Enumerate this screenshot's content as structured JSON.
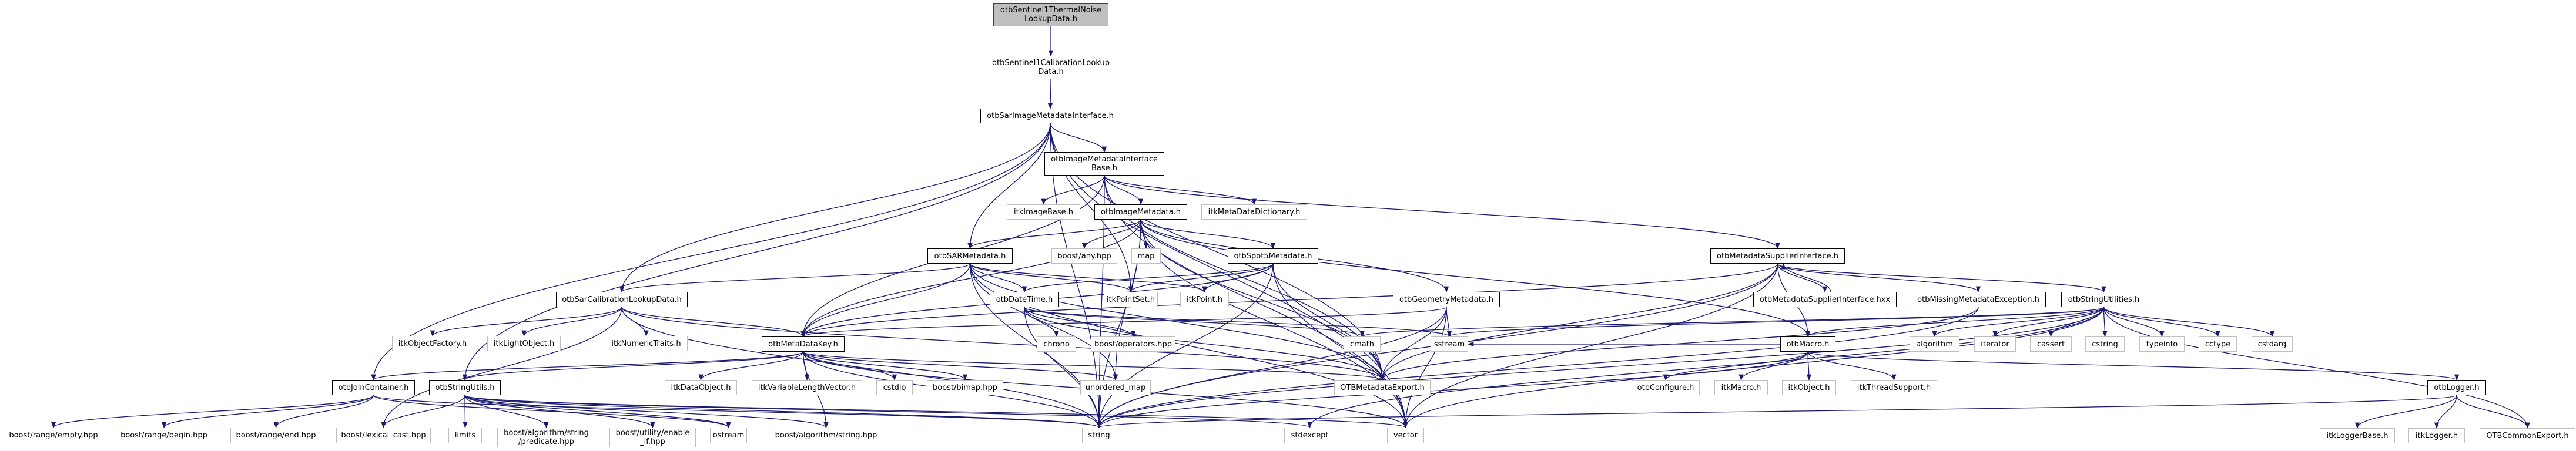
{
  "graph_title": "Include dependency graph",
  "colors": {
    "edge": "#191970",
    "doc_border": "#000000",
    "ext_border": "#bfbfbf",
    "root_fill": "#bfbfbf"
  },
  "nodes": [
    {
      "id": "n_root",
      "label": "otbSentinel1ThermalNoise\nLookupData.h",
      "kind": "root"
    },
    {
      "id": "n_s1cal",
      "label": "otbSentinel1CalibrationLookup\nData.h",
      "kind": "doc"
    },
    {
      "id": "n_sarimi",
      "label": "otbSarImageMetadataInterface.h",
      "kind": "doc"
    },
    {
      "id": "n_imib",
      "label": "otbImageMetadataInterface\nBase.h",
      "kind": "doc"
    },
    {
      "id": "n_itkimagebase",
      "label": "itkImageBase.h",
      "kind": "ext"
    },
    {
      "id": "n_imgmd",
      "label": "otbImageMetadata.h",
      "kind": "doc"
    },
    {
      "id": "n_itkmdd",
      "label": "itkMetaDataDictionary.h",
      "kind": "ext"
    },
    {
      "id": "n_sarmd",
      "label": "otbSARMetadata.h",
      "kind": "doc"
    },
    {
      "id": "n_boostany",
      "label": "boost/any.hpp",
      "kind": "ext"
    },
    {
      "id": "n_map",
      "label": "map",
      "kind": "ext"
    },
    {
      "id": "n_spot5",
      "label": "otbSpot5Metadata.h",
      "kind": "doc"
    },
    {
      "id": "n_mssi",
      "label": "otbMetadataSupplierInterface.h",
      "kind": "doc"
    },
    {
      "id": "n_sarcal",
      "label": "otbSarCalibrationLookupData.h",
      "kind": "doc"
    },
    {
      "id": "n_datetime",
      "label": "otbDateTime.h",
      "kind": "doc"
    },
    {
      "id": "n_itkpointset",
      "label": "itkPointSet.h",
      "kind": "ext"
    },
    {
      "id": "n_itkpoint",
      "label": "itkPoint.h",
      "kind": "ext"
    },
    {
      "id": "n_geommd",
      "label": "otbGeometryMetadata.h",
      "kind": "doc"
    },
    {
      "id": "n_mssihxx",
      "label": "otbMetadataSupplierInterface.hxx",
      "kind": "doc"
    },
    {
      "id": "n_missing",
      "label": "otbMissingMetadataException.h",
      "kind": "doc"
    },
    {
      "id": "n_strutilities",
      "label": "otbStringUtilities.h",
      "kind": "doc"
    },
    {
      "id": "n_itkobjfactory",
      "label": "itkObjectFactory.h",
      "kind": "ext"
    },
    {
      "id": "n_itklightobj",
      "label": "itkLightObject.h",
      "kind": "ext"
    },
    {
      "id": "n_itknumtraits",
      "label": "itkNumericTraits.h",
      "kind": "ext"
    },
    {
      "id": "n_mdkey",
      "label": "otbMetaDataKey.h",
      "kind": "doc"
    },
    {
      "id": "n_chrono",
      "label": "chrono",
      "kind": "ext"
    },
    {
      "id": "n_boostops",
      "label": "boost/operators.hpp",
      "kind": "ext"
    },
    {
      "id": "n_cmath",
      "label": "cmath",
      "kind": "ext"
    },
    {
      "id": "n_sstream",
      "label": "sstream",
      "kind": "ext"
    },
    {
      "id": "n_macro",
      "label": "otbMacro.h",
      "kind": "doc"
    },
    {
      "id": "n_algorithm",
      "label": "algorithm",
      "kind": "ext"
    },
    {
      "id": "n_iterator",
      "label": "iterator",
      "kind": "ext"
    },
    {
      "id": "n_cassert",
      "label": "cassert",
      "kind": "ext"
    },
    {
      "id": "n_cstring",
      "label": "cstring",
      "kind": "ext"
    },
    {
      "id": "n_typeinfo",
      "label": "typeinfo",
      "kind": "ext"
    },
    {
      "id": "n_cctype",
      "label": "cctype",
      "kind": "ext"
    },
    {
      "id": "n_cstdarg",
      "label": "cstdarg",
      "kind": "ext"
    },
    {
      "id": "n_joincont",
      "label": "otbJoinContainer.h",
      "kind": "doc"
    },
    {
      "id": "n_strutils",
      "label": "otbStringUtils.h",
      "kind": "doc"
    },
    {
      "id": "n_itkdataobj",
      "label": "itkDataObject.h",
      "kind": "ext"
    },
    {
      "id": "n_itkvlv",
      "label": "itkVariableLengthVector.h",
      "kind": "ext"
    },
    {
      "id": "n_cstdio",
      "label": "cstdio",
      "kind": "ext"
    },
    {
      "id": "n_boostbimap",
      "label": "boost/bimap.hpp",
      "kind": "ext"
    },
    {
      "id": "n_unordmap",
      "label": "unordered_map",
      "kind": "ext"
    },
    {
      "id": "n_otbmdexport",
      "label": "OTBMetadataExport.h",
      "kind": "ext"
    },
    {
      "id": "n_otbconfigure",
      "label": "otbConfigure.h",
      "kind": "ext"
    },
    {
      "id": "n_itkmacro",
      "label": "itkMacro.h",
      "kind": "ext"
    },
    {
      "id": "n_itkobject",
      "label": "itkObject.h",
      "kind": "ext"
    },
    {
      "id": "n_itkthread",
      "label": "itkThreadSupport.h",
      "kind": "ext"
    },
    {
      "id": "n_logger",
      "label": "otbLogger.h",
      "kind": "doc"
    },
    {
      "id": "n_rangeempty",
      "label": "boost/range/empty.hpp",
      "kind": "ext"
    },
    {
      "id": "n_rangebegin",
      "label": "boost/range/begin.hpp",
      "kind": "ext"
    },
    {
      "id": "n_rangeend",
      "label": "boost/range/end.hpp",
      "kind": "ext"
    },
    {
      "id": "n_lexcast",
      "label": "boost/lexical_cast.hpp",
      "kind": "ext"
    },
    {
      "id": "n_limits",
      "label": "limits",
      "kind": "ext"
    },
    {
      "id": "n_predicate",
      "label": "boost/algorithm/string\n/predicate.hpp",
      "kind": "ext"
    },
    {
      "id": "n_enableif",
      "label": "boost/utility/enable\n_if.hpp",
      "kind": "ext"
    },
    {
      "id": "n_ostream",
      "label": "ostream",
      "kind": "ext"
    },
    {
      "id": "n_algstring",
      "label": "boost/algorithm/string.hpp",
      "kind": "ext"
    },
    {
      "id": "n_string",
      "label": "string",
      "kind": "ext"
    },
    {
      "id": "n_stdexcept",
      "label": "stdexcept",
      "kind": "ext"
    },
    {
      "id": "n_vector",
      "label": "vector",
      "kind": "ext"
    },
    {
      "id": "n_itkloggerbase",
      "label": "itkLoggerBase.h",
      "kind": "ext"
    },
    {
      "id": "n_itklogger",
      "label": "itkLogger.h",
      "kind": "ext"
    },
    {
      "id": "n_otbcommonexport",
      "label": "OTBCommonExport.h",
      "kind": "ext"
    }
  ],
  "edges": [
    [
      "n_root",
      "n_s1cal"
    ],
    [
      "n_s1cal",
      "n_sarimi"
    ],
    [
      "n_sarimi",
      "n_imib"
    ],
    [
      "n_sarimi",
      "n_sarmd"
    ],
    [
      "n_sarimi",
      "n_sarcal"
    ],
    [
      "n_sarimi",
      "n_strutils"
    ],
    [
      "n_sarimi",
      "n_string"
    ],
    [
      "n_sarimi",
      "n_vector"
    ],
    [
      "n_sarimi",
      "n_otbmdexport"
    ],
    [
      "n_sarimi",
      "n_joincont"
    ],
    [
      "n_sarimi",
      "n_itkpointset"
    ],
    [
      "n_imib",
      "n_itkimagebase"
    ],
    [
      "n_imib",
      "n_imgmd"
    ],
    [
      "n_imib",
      "n_itkmdd"
    ],
    [
      "n_imib",
      "n_mssi"
    ],
    [
      "n_imib",
      "n_mdkey"
    ],
    [
      "n_imib",
      "n_otbmdexport"
    ],
    [
      "n_imib",
      "n_string"
    ],
    [
      "n_imib",
      "n_vector"
    ],
    [
      "n_imgmd",
      "n_sarmd"
    ],
    [
      "n_imgmd",
      "n_boostany"
    ],
    [
      "n_imgmd",
      "n_map"
    ],
    [
      "n_imgmd",
      "n_spot5"
    ],
    [
      "n_imgmd",
      "n_geommd"
    ],
    [
      "n_imgmd",
      "n_mdkey"
    ],
    [
      "n_imgmd",
      "n_macro"
    ],
    [
      "n_imgmd",
      "n_otbmdexport"
    ],
    [
      "n_imgmd",
      "n_string"
    ],
    [
      "n_imgmd",
      "n_vector"
    ],
    [
      "n_imgmd",
      "n_unordmap"
    ],
    [
      "n_sarmd",
      "n_sarcal"
    ],
    [
      "n_sarmd",
      "n_datetime"
    ],
    [
      "n_sarmd",
      "n_itkpointset"
    ],
    [
      "n_sarmd",
      "n_itkpoint"
    ],
    [
      "n_sarmd",
      "n_mdkey"
    ],
    [
      "n_sarmd",
      "n_otbmdexport"
    ],
    [
      "n_sarmd",
      "n_string"
    ],
    [
      "n_sarmd",
      "n_vector"
    ],
    [
      "n_sarmd",
      "n_unordmap"
    ],
    [
      "n_spot5",
      "n_datetime"
    ],
    [
      "n_spot5",
      "n_itkpointset"
    ],
    [
      "n_spot5",
      "n_itkpoint"
    ],
    [
      "n_spot5",
      "n_otbmdexport"
    ],
    [
      "n_spot5",
      "n_string"
    ],
    [
      "n_spot5",
      "n_vector"
    ],
    [
      "n_spot5",
      "n_mdkey"
    ],
    [
      "n_sarcal",
      "n_itkobjfactory"
    ],
    [
      "n_sarcal",
      "n_itklightobj"
    ],
    [
      "n_sarcal",
      "n_itknumtraits"
    ],
    [
      "n_sarcal",
      "n_mdkey"
    ],
    [
      "n_sarcal",
      "n_otbmdexport"
    ],
    [
      "n_sarcal",
      "n_lexcast"
    ],
    [
      "n_sarcal",
      "n_string"
    ],
    [
      "n_datetime",
      "n_chrono"
    ],
    [
      "n_datetime",
      "n_boostops"
    ],
    [
      "n_datetime",
      "n_cmath"
    ],
    [
      "n_datetime",
      "n_otbmdexport"
    ],
    [
      "n_datetime",
      "n_string"
    ],
    [
      "n_datetime",
      "n_sstream"
    ],
    [
      "n_geommd",
      "n_mdkey"
    ],
    [
      "n_geommd",
      "n_sstream"
    ],
    [
      "n_geommd",
      "n_otbmdexport"
    ],
    [
      "n_geommd",
      "n_string"
    ],
    [
      "n_geommd",
      "n_vector"
    ],
    [
      "n_mssi",
      "n_mssihxx"
    ],
    [
      "n_mssihxx",
      "n_mssi"
    ],
    [
      "n_mssi",
      "n_missing"
    ],
    [
      "n_mssi",
      "n_strutilities"
    ],
    [
      "n_mssi",
      "n_mdkey"
    ],
    [
      "n_mssi",
      "n_otbmdexport"
    ],
    [
      "n_mssi",
      "n_string"
    ],
    [
      "n_mssi",
      "n_vector"
    ],
    [
      "n_mssi",
      "n_macro"
    ],
    [
      "n_missing",
      "n_otbmdexport"
    ],
    [
      "n_missing",
      "n_string"
    ],
    [
      "n_strutilities",
      "n_macro"
    ],
    [
      "n_strutilities",
      "n_algorithm"
    ],
    [
      "n_strutilities",
      "n_iterator"
    ],
    [
      "n_strutilities",
      "n_cassert"
    ],
    [
      "n_strutilities",
      "n_cstring"
    ],
    [
      "n_strutilities",
      "n_typeinfo"
    ],
    [
      "n_strutilities",
      "n_cctype"
    ],
    [
      "n_strutilities",
      "n_cstdarg"
    ],
    [
      "n_strutilities",
      "n_cmath"
    ],
    [
      "n_strutilities",
      "n_sstream"
    ],
    [
      "n_strutilities",
      "n_string"
    ],
    [
      "n_strutilities",
      "n_vector"
    ],
    [
      "n_strutilities",
      "n_stdexcept"
    ],
    [
      "n_strutilities",
      "n_otbcommonexport"
    ],
    [
      "n_mdkey",
      "n_strutils"
    ],
    [
      "n_mdkey",
      "n_joincont"
    ],
    [
      "n_mdkey",
      "n_itkdataobj"
    ],
    [
      "n_mdkey",
      "n_itkvlv"
    ],
    [
      "n_mdkey",
      "n_cstdio"
    ],
    [
      "n_mdkey",
      "n_boostbimap"
    ],
    [
      "n_mdkey",
      "n_unordmap"
    ],
    [
      "n_mdkey",
      "n_otbmdexport"
    ],
    [
      "n_mdkey",
      "n_string"
    ],
    [
      "n_mdkey",
      "n_vector"
    ],
    [
      "n_mdkey",
      "n_algstring"
    ],
    [
      "n_macro",
      "n_otbconfigure"
    ],
    [
      "n_macro",
      "n_itkmacro"
    ],
    [
      "n_macro",
      "n_itkobject"
    ],
    [
      "n_macro",
      "n_itkthread"
    ],
    [
      "n_macro",
      "n_logger"
    ],
    [
      "n_macro",
      "n_sstream"
    ],
    [
      "n_macro",
      "n_string"
    ],
    [
      "n_logger",
      "n_itkloggerbase"
    ],
    [
      "n_logger",
      "n_itklogger"
    ],
    [
      "n_logger",
      "n_otbcommonexport"
    ],
    [
      "n_logger",
      "n_string"
    ],
    [
      "n_joincont",
      "n_rangeempty"
    ],
    [
      "n_joincont",
      "n_rangebegin"
    ],
    [
      "n_joincont",
      "n_rangeend"
    ],
    [
      "n_joincont",
      "n_ostream"
    ],
    [
      "n_joincont",
      "n_string"
    ],
    [
      "n_strutils",
      "n_lexcast"
    ],
    [
      "n_strutils",
      "n_limits"
    ],
    [
      "n_strutils",
      "n_predicate"
    ],
    [
      "n_strutils",
      "n_enableif"
    ],
    [
      "n_strutils",
      "n_algstring"
    ],
    [
      "n_strutils",
      "n_string"
    ],
    [
      "n_strutils",
      "n_vector"
    ],
    [
      "n_strutils",
      "n_stdexcept"
    ],
    [
      "n_strutils",
      "n_ostream"
    ]
  ]
}
